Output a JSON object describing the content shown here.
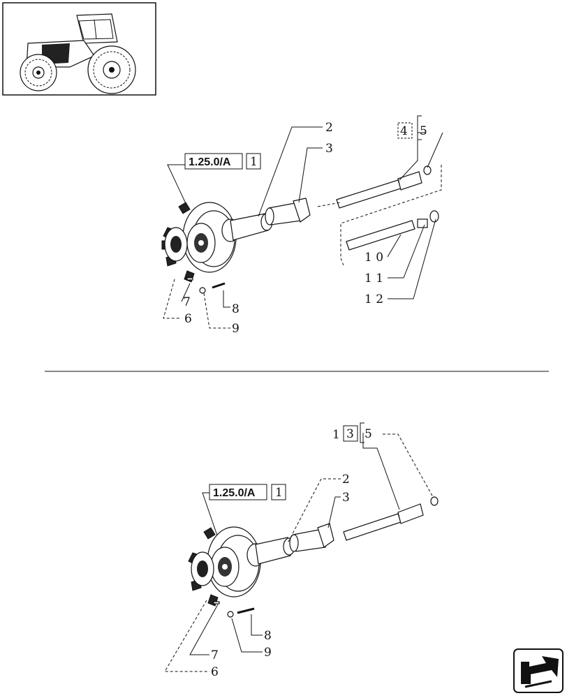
{
  "top_assembly": {
    "ref_code": "1.25.0/A",
    "ref_box": "1",
    "labels": {
      "p2": "2",
      "p3": "3",
      "p4": "4",
      "p5": "5",
      "p6": "6",
      "p7": "7",
      "p8": "8",
      "p9": "9",
      "p10": "1 0",
      "p11": "1 1",
      "p12": "1 2"
    }
  },
  "bottom_assembly": {
    "ref_code": "1.25.0/A",
    "ref_box": "1",
    "labels": {
      "p1": "1",
      "p3box": "3",
      "p5": "5",
      "p2": "2",
      "p3": "3",
      "p6": "6",
      "p7": "7",
      "p8": "8",
      "p9": "9"
    }
  },
  "nav": {
    "icon": "next-page-arrow-icon"
  }
}
